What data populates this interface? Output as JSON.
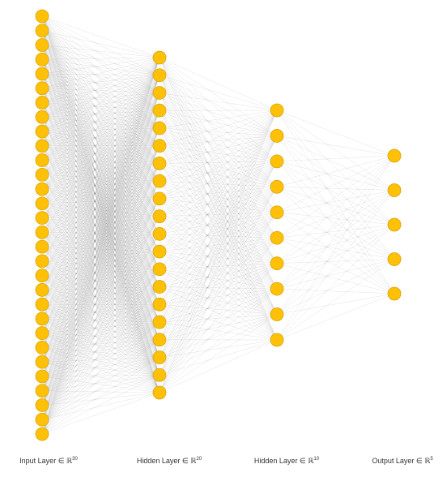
{
  "diagram": {
    "type": "fully-connected-neural-network",
    "colors": {
      "node_fill": "#ffc107",
      "node_stroke": "#d9a404",
      "edge": "#505050",
      "background": "#ffffff"
    },
    "layers": [
      {
        "label": "Input Layer ∈ ℝ",
        "dim": "30",
        "nodes": 30
      },
      {
        "label": "Hidden Layer ∈ ℝ",
        "dim": "20",
        "nodes": 20
      },
      {
        "label": "Hidden Layer ∈ ℝ",
        "dim": "10",
        "nodes": 10
      },
      {
        "label": "Output Layer ∈ ℝ",
        "dim": "5",
        "nodes": 5
      }
    ]
  }
}
